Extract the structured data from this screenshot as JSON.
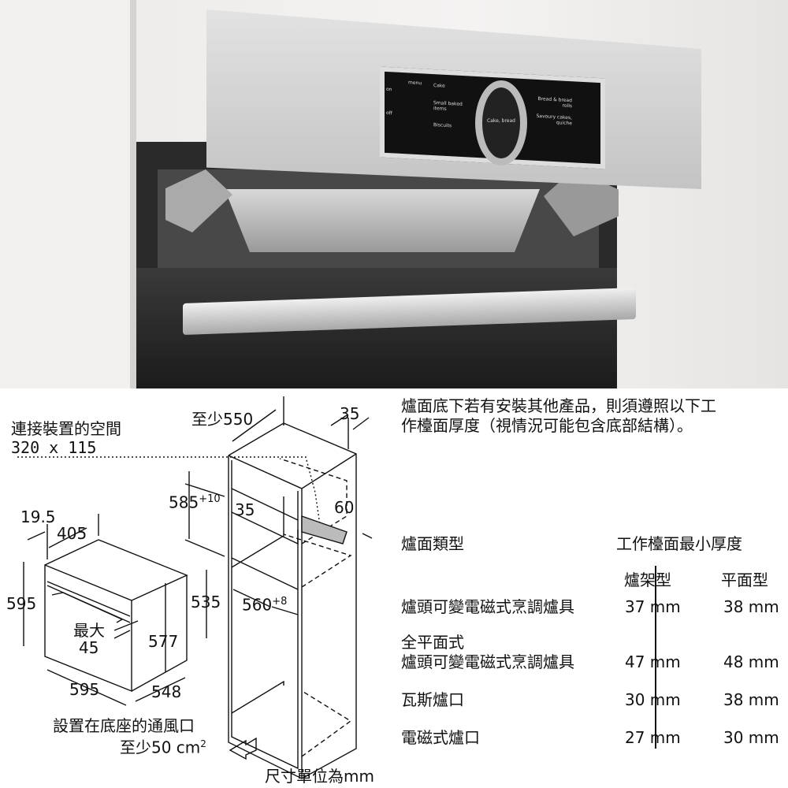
{
  "photo": {
    "panel": {
      "left_menu": "menu",
      "items": [
        "Cake",
        "Small baked items",
        "Biscuits"
      ],
      "center": "Cake, bread",
      "right_items": [
        "Bread & bread rolls",
        "Savoury cakes, quiche"
      ],
      "on": "on",
      "off": "off"
    }
  },
  "diagram": {
    "connection_space_label": "連接裝置的空間",
    "connection_space_value": "320 x 115",
    "min_550": "至少550",
    "d35_top": "35",
    "d19_5": "19.5",
    "d405": "405",
    "d585": "585",
    "d585_tol": "+10",
    "d35_mid": "35",
    "d60": "60",
    "d595_h": "595",
    "d535": "535",
    "d560": "560",
    "d560_tol": "+8",
    "max_label": "最大",
    "max_value": "45",
    "d577": "577",
    "d595_w": "595",
    "d548": "548",
    "vent_label": "設置在底座的通風口",
    "vent_value": "至少50 cm",
    "vent_sup": "2",
    "units": "尺寸單位為mm"
  },
  "table": {
    "intro": [
      "爐面底下若有安裝其他產品，則須遵照以下工",
      "作檯面厚度（視情況可能包含底部結構）。"
    ],
    "col_type": "爐面類型",
    "col_min": "工作檯面最小厚度",
    "sub_rack": "爐架型",
    "sub_flat": "平面型",
    "rows": [
      {
        "type": [
          "爐頭可變電磁式烹調爐具"
        ],
        "rack": "37 mm",
        "flat": "38 mm"
      },
      {
        "type": [
          "全平面式",
          "爐頭可變電磁式烹調爐具"
        ],
        "rack": "47 mm",
        "flat": "48 mm"
      },
      {
        "type": [
          "瓦斯爐口"
        ],
        "rack": "30 mm",
        "flat": "38 mm"
      },
      {
        "type": [
          "電磁式爐口"
        ],
        "rack": "27 mm",
        "flat": "30 mm"
      }
    ]
  }
}
